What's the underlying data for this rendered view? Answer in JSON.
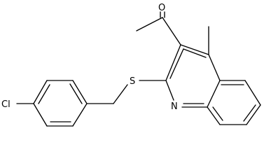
{
  "structure": {
    "atoms": {
      "oxygen": "O",
      "sulfur": "S",
      "nitrogen": "N",
      "chlorine": "Cl"
    }
  }
}
